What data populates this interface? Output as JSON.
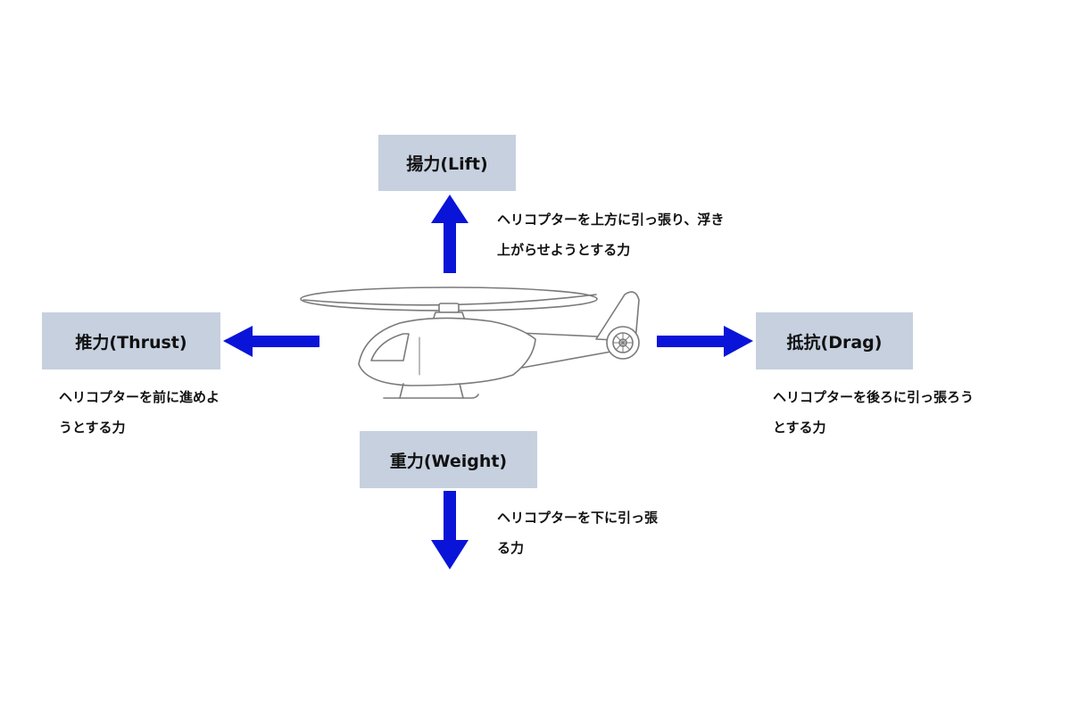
{
  "forces": {
    "lift": {
      "label": "揚力(Lift)",
      "desc": [
        "ヘリコプターを上方に引っ張り、浮き",
        "上がらせようとする力"
      ]
    },
    "thrust": {
      "label": "推力(Thrust)",
      "desc": [
        "ヘリコプターを前に進めよ",
        "うとする力"
      ]
    },
    "drag": {
      "label": "抵抗(Drag)",
      "desc": [
        "ヘリコプターを後ろに引っ張ろう",
        "とする力"
      ]
    },
    "weight": {
      "label": "重力(Weight)",
      "desc": [
        "ヘリコプターを下に引っ張",
        "る力"
      ]
    }
  },
  "colors": {
    "arrow": "#0a14d8",
    "box": "#c6d0df",
    "outline": "#7a7a7a"
  },
  "icons": {
    "helicopter": "helicopter-icon",
    "arrows": [
      "arrow-up-icon",
      "arrow-left-icon",
      "arrow-right-icon",
      "arrow-down-icon"
    ]
  }
}
